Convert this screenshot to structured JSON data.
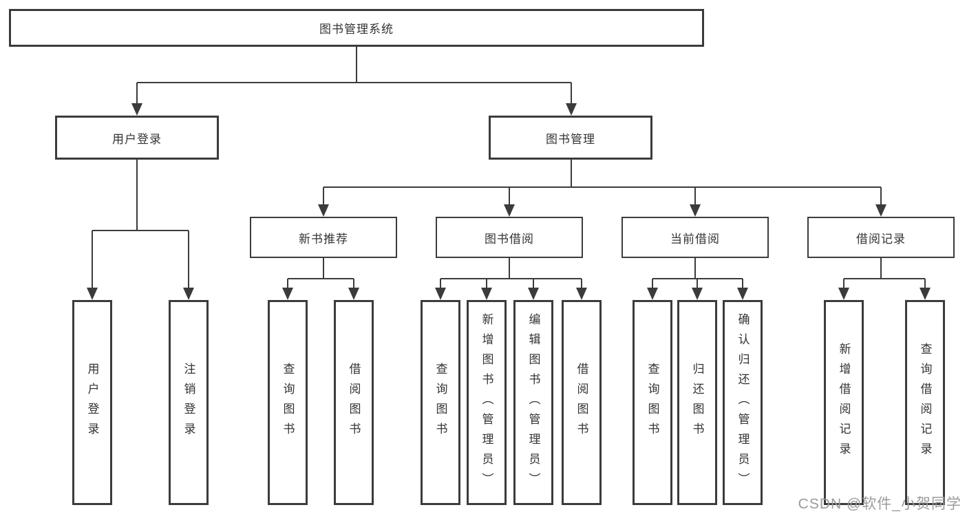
{
  "diagram": {
    "root": {
      "label": "图书管理系统"
    },
    "branches": [
      {
        "label": "用户登录",
        "children": [
          {
            "label": "用户登录"
          },
          {
            "label": "注销登录"
          }
        ]
      },
      {
        "label": "图书管理",
        "children": [
          {
            "label": "新书推荐",
            "children": [
              {
                "label": "查询图书"
              },
              {
                "label": "借阅图书"
              }
            ]
          },
          {
            "label": "图书借阅",
            "children": [
              {
                "label": "查询图书"
              },
              {
                "label": "新增图书（管理员）"
              },
              {
                "label": "编辑图书（管理员）"
              },
              {
                "label": "借阅图书"
              }
            ]
          },
          {
            "label": "当前借阅",
            "children": [
              {
                "label": "查询图书"
              },
              {
                "label": "归还图书"
              },
              {
                "label": "确认归还（管理员）"
              }
            ]
          },
          {
            "label": "借阅记录",
            "children": [
              {
                "label": "新增借阅记录"
              },
              {
                "label": "查询借阅记录"
              }
            ]
          }
        ]
      }
    ]
  },
  "watermark": {
    "text": "CSDN @软件_小贺同学"
  },
  "colors": {
    "line": "#3b3b3b",
    "border": "#3b3b3b",
    "text": "#333333",
    "watermark": "#9b9b9b",
    "background": "#ffffff"
  }
}
